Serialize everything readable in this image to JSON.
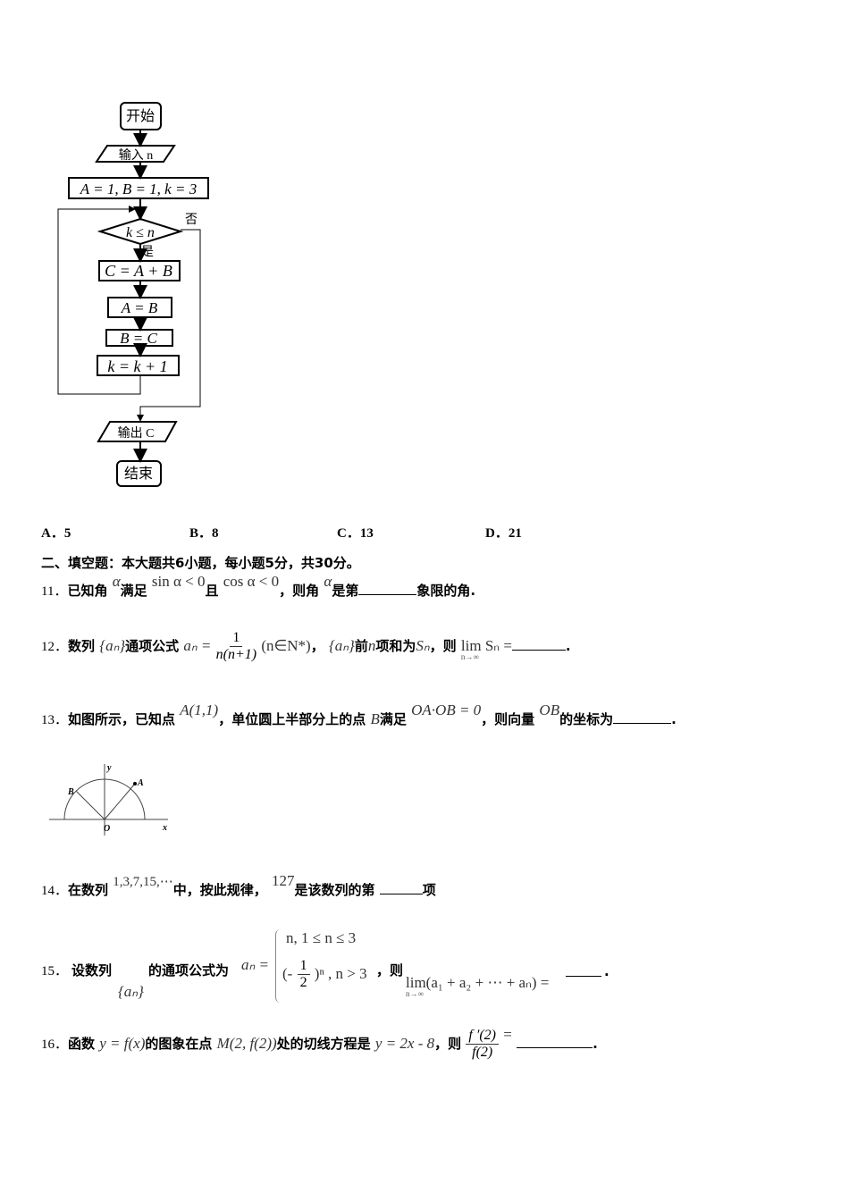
{
  "flowchart": {
    "start": "开始",
    "input": "输入 n",
    "init": "A = 1, B = 1, k = 3",
    "condition": "k ≤ n",
    "no_label": "否",
    "yes_label": "是",
    "step1": "C = A + B",
    "step2": "A = B",
    "step3": "B = C",
    "step4": "k = k + 1",
    "output": "输出 C",
    "end": "结束"
  },
  "options": [
    {
      "letter": "A．",
      "value": "5"
    },
    {
      "letter": "B．",
      "value": "8"
    },
    {
      "letter": "C．",
      "value": "13"
    },
    {
      "letter": "D．",
      "value": "21"
    }
  ],
  "section": "二、填空题：本大题共6小题，每小题5分，共30分。",
  "q11": {
    "num": "11．",
    "t1": "已知角",
    "alpha": "α",
    "t2": "满足",
    "c1": "sin α < 0",
    "t3": "且",
    "c2": "cos α < 0",
    "t4": "，则角",
    "t5": "是第",
    "t6": "象限的角."
  },
  "q12": {
    "num": "12．",
    "t1": "数列",
    "seq": "{aₙ}",
    "t2": "通项公式",
    "an": "aₙ =",
    "fnum": "1",
    "fden": "n(n+1)",
    "cond": "(n∈N*)",
    "t3": "，",
    "t4": "前",
    "n": "n",
    "t5": "项和为",
    "sn": "Sₙ",
    "t6": "，则",
    "lim": "lim Sₙ =",
    "limsub": "n→∞",
    "end": "."
  },
  "q13": {
    "num": "13．",
    "t1": "如图所示，已知点",
    "pa": "A(1,1)",
    "t2": "，单位圆上半部分上的点",
    "b": "B",
    "t3": "满足",
    "dot": "OA·OB = 0",
    "t4": "，则向量",
    "ob": "OB",
    "t5": "的坐标为",
    "end": "."
  },
  "diagram": {
    "y": "y",
    "x": "x",
    "o": "O",
    "a": "A",
    "b": "B"
  },
  "q14": {
    "num": "14．",
    "t1": "在数列",
    "seq": "1,3,7,15,⋯",
    "t2": "中，按此规律，",
    "val": "127",
    "t3": "是该数列的第",
    "t4": "项"
  },
  "q15": {
    "num": "15．",
    "t1": "设数列",
    "seq": "{aₙ}",
    "t2": "的通项公式为",
    "an": "aₙ =",
    "case1": "n, 1 ≤ n ≤ 3",
    "case2a": "(-",
    "fnum": "1",
    "fden": "2",
    "case2b": ")ⁿ , n > 3",
    "t3": "，则",
    "lim": "lim(a₁ + a₂ + ⋯ + aₙ) =",
    "limsub": "n→∞",
    "end": "."
  },
  "q16": {
    "num": "16．",
    "t1": "函数",
    "f": "y = f(x)",
    "t2": "的图象在点",
    "m": "M(2, f(2))",
    "t3": "处的切线方程是",
    "eq": "y = 2x - 8",
    "t4": "，则",
    "fnum": "f ′(2)",
    "fden": "f(2)",
    "eqs": "=",
    "end": "."
  }
}
